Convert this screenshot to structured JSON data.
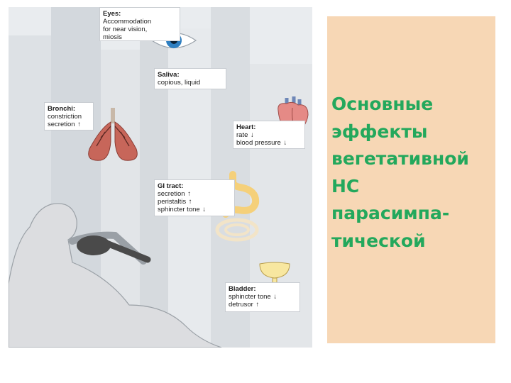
{
  "figure": {
    "labels": {
      "eyes": {
        "head": "Eyes:",
        "lines": [
          "Accommodation",
          "for near vision,",
          "miosis"
        ]
      },
      "saliva": {
        "head": "Saliva:",
        "lines": [
          "copious, liquid"
        ]
      },
      "bronchi": {
        "head": "Bronchi:",
        "lines": [
          "constriction",
          "secretion"
        ],
        "arrows": [
          "",
          "↑"
        ]
      },
      "heart": {
        "head": "Heart:",
        "lines": [
          "rate",
          "blood pressure"
        ],
        "arrows": [
          "↓",
          "↓"
        ]
      },
      "gi": {
        "head": "GI tract:",
        "lines": [
          "secretion",
          "peristaltis",
          "sphincter tone"
        ],
        "arrows": [
          "↑",
          "↑",
          "↓"
        ]
      },
      "bladder": {
        "head": "Bladder:",
        "lines": [
          "sphincter tone",
          "detrusor"
        ],
        "arrows": [
          "↓",
          "↑"
        ]
      }
    },
    "colors": {
      "eye_iris": "#2f7fc1",
      "lungs": "#c7665a",
      "heart": "#e58a86",
      "stomach": "#f5d07a",
      "bladder": "#f8e7a0"
    }
  },
  "side_panel": {
    "title_lines": [
      "Основные",
      "эффекты",
      "вегетативной",
      "НС",
      "парасимпа-",
      "тической"
    ],
    "background": "#f7d7b5",
    "title_color": "#23a85c"
  }
}
